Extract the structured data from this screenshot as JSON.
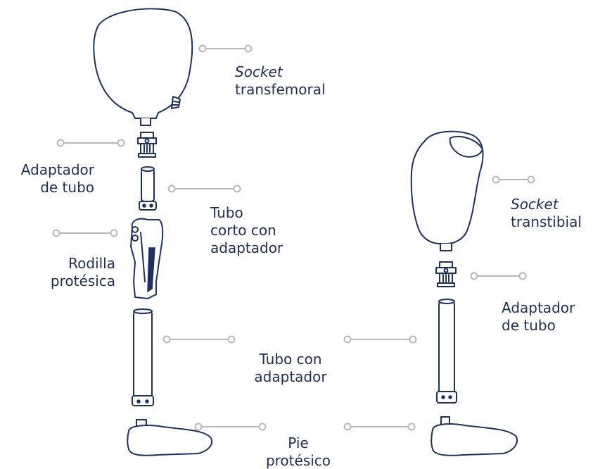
{
  "colors": {
    "outline": "#1e3167",
    "leader": "#b8b8b8",
    "text": "#1f2d5c",
    "background": "#ffffff"
  },
  "labels": {
    "socket_transfemoral": {
      "line1": "Socket",
      "line2": "transfemoral"
    },
    "adaptador_left": {
      "line1": "Adaptador",
      "line2": "de tubo"
    },
    "tubo_corto": {
      "line1": "Tubo",
      "line2": "corto con",
      "line3": "adaptador"
    },
    "rodilla": {
      "line1": "Rodilla",
      "line2": "protésica"
    },
    "tubo_con": {
      "line1": "Tubo con",
      "line2": "adaptador"
    },
    "pie": {
      "line1": "Pie",
      "line2": "protésico"
    },
    "socket_transtibial": {
      "line1": "Socket",
      "line2": "transtibial"
    },
    "adaptador_right": {
      "line1": "Adaptador",
      "line2": "de tubo"
    }
  }
}
